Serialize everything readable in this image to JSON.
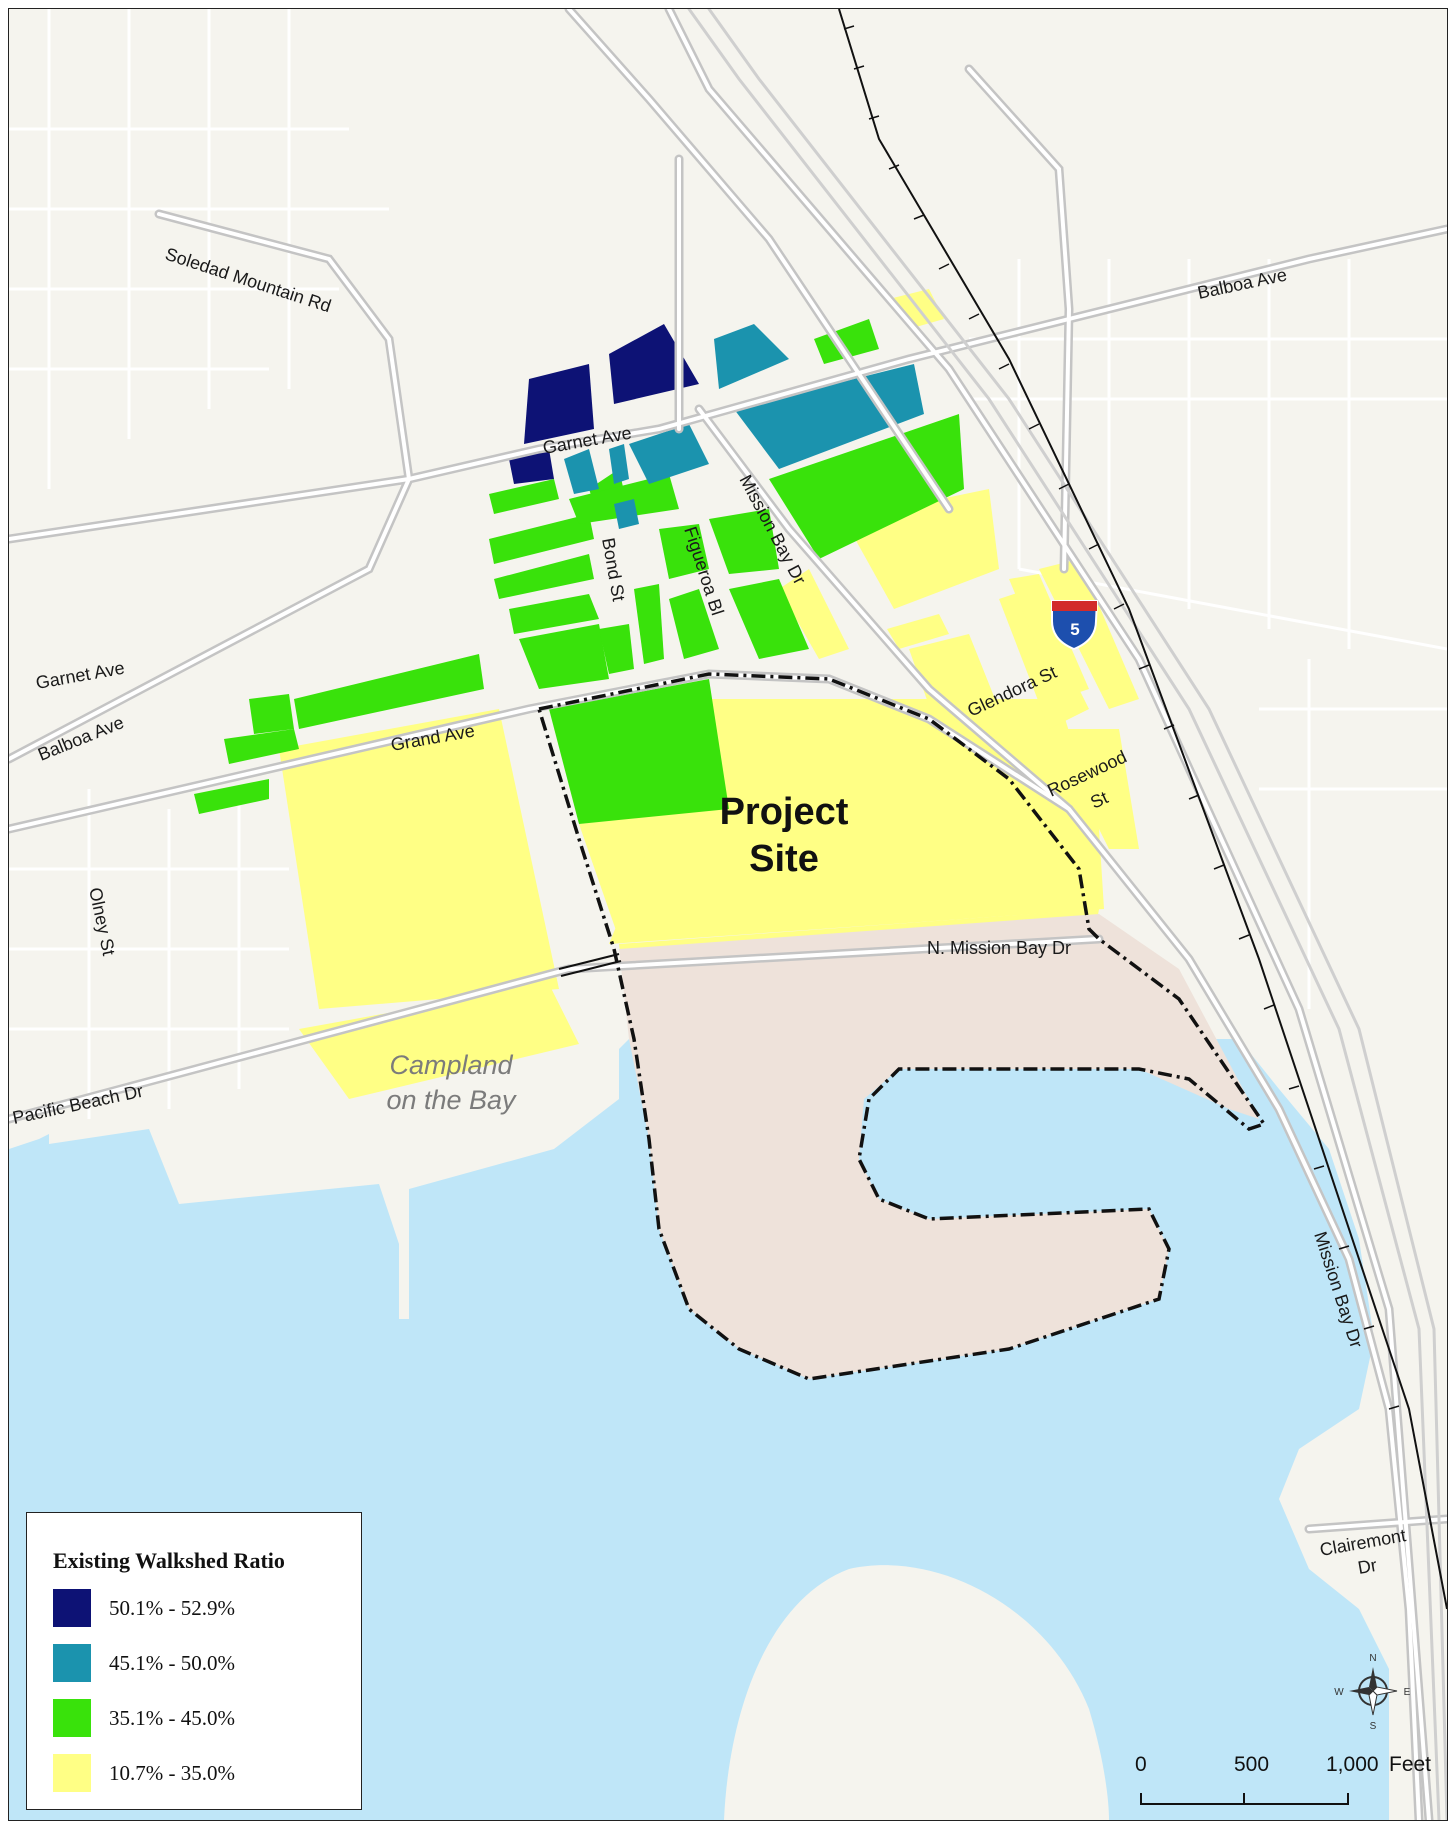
{
  "map": {
    "streets": {
      "soledad": "Soledad Mountain Rd",
      "balboa_ne": "Balboa Ave",
      "garnet_center": "Garnet Ave",
      "mission_bay_dr_center": "Mission Bay Dr",
      "bond": "Bond St",
      "figueroa": "Figueroa Bl",
      "garnet_west": "Garnet Ave",
      "balboa_west": "Balboa Ave",
      "grand": "Grand Ave",
      "glendora": "Glendora St",
      "rosewood_1": "Rosewood",
      "rosewood_2": "St",
      "olney": "Olney St",
      "n_mission_bay": "N. Mission Bay Dr",
      "pacific_beach": "Pacific Beach Dr",
      "mission_bay_dr_east": "Mission Bay Dr",
      "clairemont_1": "Clairemont",
      "clairemont_2": "Dr"
    },
    "project_site_line1": "Project",
    "project_site_line2": "Site",
    "campland_line1": "Campland",
    "campland_line2": "on the Bay",
    "interstate_shield": "5",
    "colors": {
      "water": "#bfe6f8",
      "land": "#f5f4ee",
      "road": "#d6d6d6",
      "site_fill": "#eee2da",
      "dark_blue": "#0d1275",
      "teal": "#1b93ae",
      "green": "#39e20b",
      "yellow": "#ffff85"
    }
  },
  "legend": {
    "title": "Existing Walkshed Ratio",
    "items": [
      {
        "label": "50.1% - 52.9%",
        "color": "#0d1275"
      },
      {
        "label": "45.1% - 50.0%",
        "color": "#1b93ae"
      },
      {
        "label": "35.1% - 45.0%",
        "color": "#39e20b"
      },
      {
        "label": "10.7% - 35.0%",
        "color": "#ffff85"
      }
    ]
  },
  "scalebar": {
    "tick0": "0",
    "tick1": "500",
    "tick2": "1,000",
    "unit": "Feet"
  },
  "compass": {
    "n": "N",
    "s": "S",
    "e": "E",
    "w": "W"
  }
}
